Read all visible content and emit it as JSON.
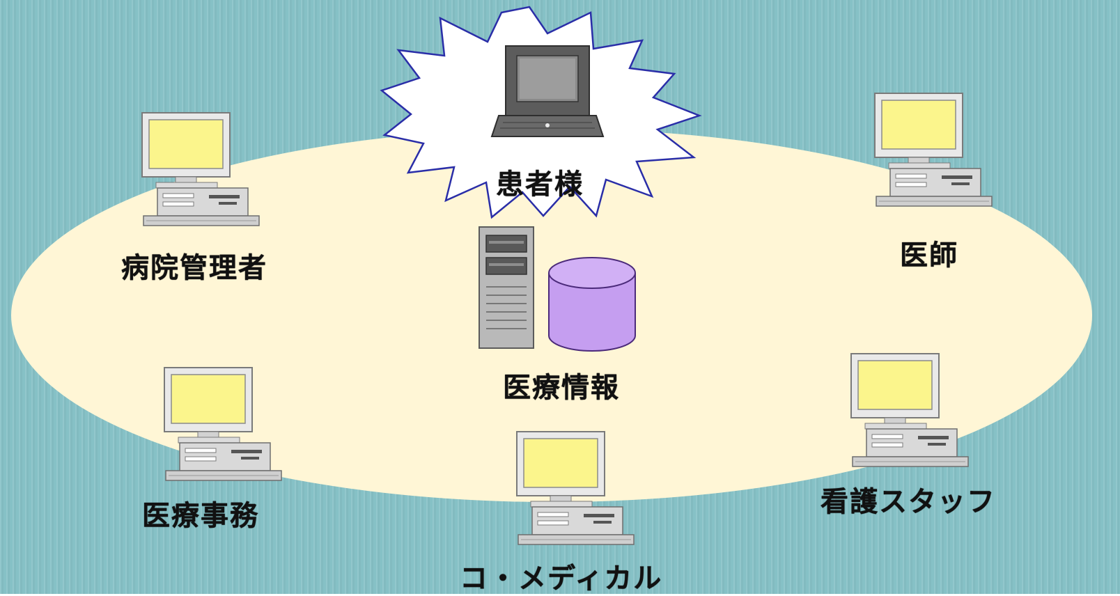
{
  "colors": {
    "background": "#86c1c6",
    "ellipse": "#fff6d6",
    "burst_outline": "#2a2ea8",
    "screen": "#fbf58c",
    "database": "#c59ef0"
  },
  "center": {
    "patient": {
      "label": "患者様",
      "icon": "laptop-icon"
    },
    "medical_info": {
      "label": "医療情報",
      "icons": [
        "server-tower-icon",
        "database-icon"
      ]
    }
  },
  "nodes": {
    "hospital_admin": {
      "label": "病院管理者",
      "icon": "desktop-computer-icon"
    },
    "doctor": {
      "label": "医師",
      "icon": "desktop-computer-icon"
    },
    "medical_office": {
      "label": "医療事務",
      "icon": "desktop-computer-icon"
    },
    "nursing_staff": {
      "label": "看護スタッフ",
      "icon": "desktop-computer-icon"
    },
    "co_medical": {
      "label": "コ・メディカル",
      "icon": "desktop-computer-icon"
    }
  }
}
